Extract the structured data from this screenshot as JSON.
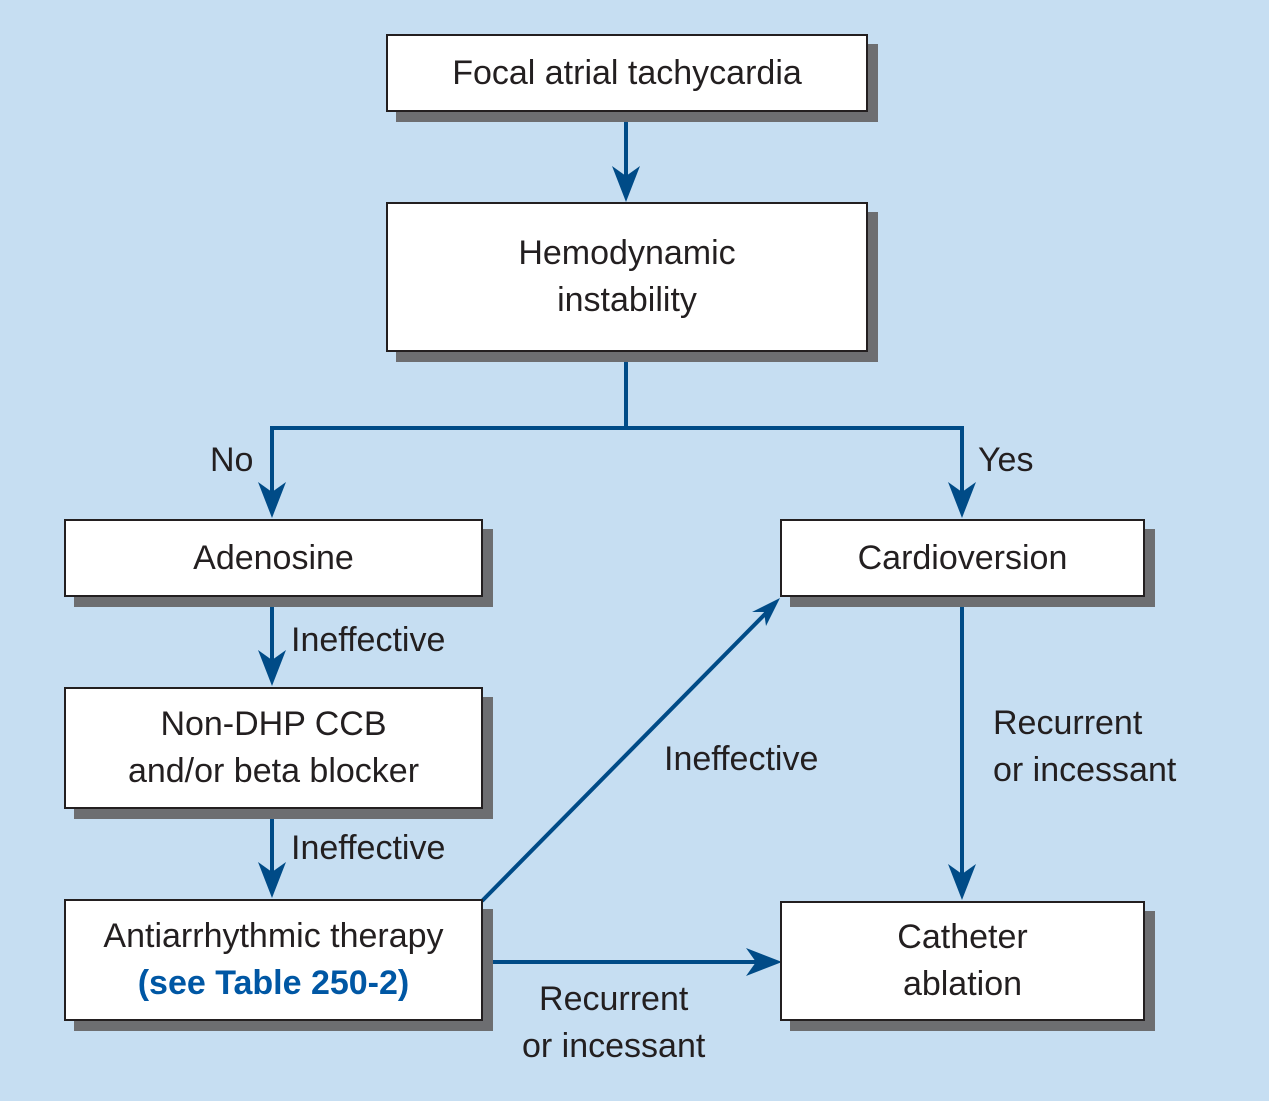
{
  "nodes": {
    "focal": "Focal atrial tachycardia",
    "hemo_1": "Hemodynamic",
    "hemo_2": "instability",
    "adenosine": "Adenosine",
    "ccb_1": "Non-DHP CCB",
    "ccb_2": "and/or beta blocker",
    "anti_1": "Antiarrhythmic therapy",
    "anti_2": "(see Table 250-2)",
    "cardio": "Cardioversion",
    "cath_1": "Catheter",
    "cath_2": "ablation"
  },
  "edges": {
    "no": "No",
    "yes": "Yes",
    "ineff1": "Ineffective",
    "ineff2": "Ineffective",
    "ineff3": "Ineffective",
    "rec1_1": "Recurrent",
    "rec1_2": "or incessant",
    "rec2_1": "Recurrent",
    "rec2_2": "or incessant"
  },
  "colors": {
    "arrow": "#004b87",
    "link": "#0057a4",
    "background": "#c6def2"
  }
}
